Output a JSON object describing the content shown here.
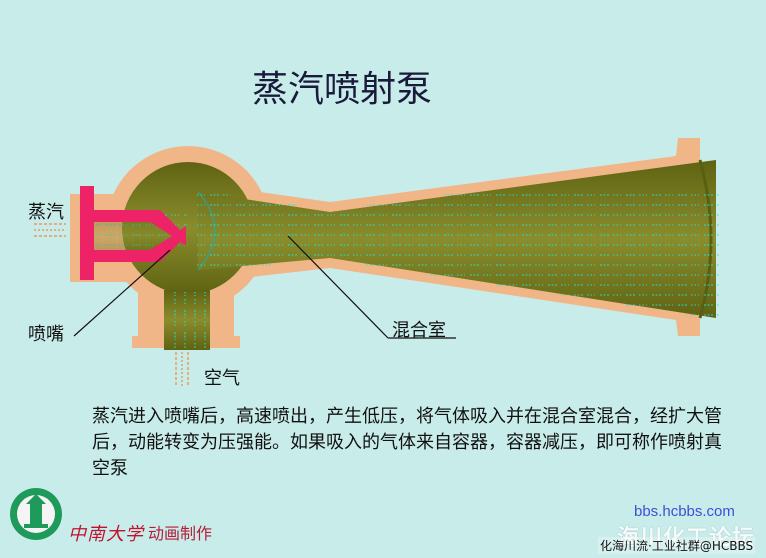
{
  "title": "蒸汽喷射泵",
  "labels": {
    "steam": "蒸汽",
    "nozzle": "喷嘴",
    "air": "空气",
    "mixing_chamber": "混合室"
  },
  "description": "蒸汽进入喷嘴后，高速喷出，产生低压，将气体吸入并在混合室混合，经扩大管后，动能转变为压强能。如果吸入的气体来自容器，容器减压，即可称作喷射真空泵",
  "footer": {
    "university": "中南大学",
    "animation_credit": "动画制作",
    "site": "bbs.hcbbs.com",
    "forum": "海川化工论坛",
    "watermark": "化海川流·工业社群@HCBBS"
  },
  "colors": {
    "background": "#c8ecea",
    "casing": "#f0b688",
    "interior": "#747a1c",
    "nozzle": "#ee2266",
    "flow": "#26e0d2"
  }
}
